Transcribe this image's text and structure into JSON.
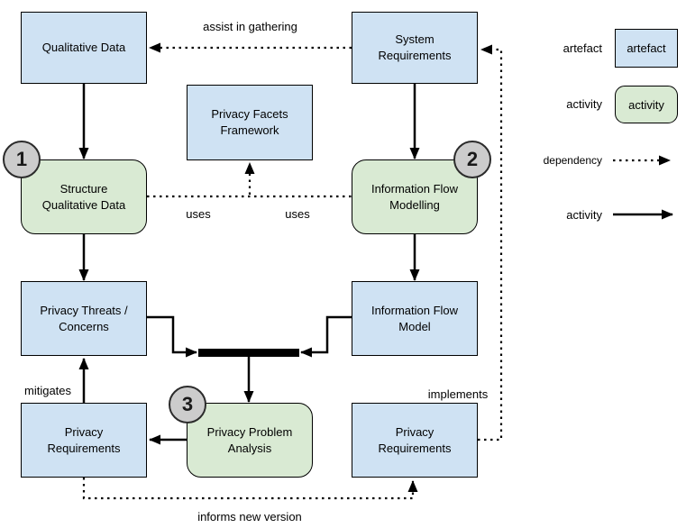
{
  "nodes": {
    "qualitative_data": {
      "label": [
        "Qualitative Data"
      ],
      "type": "artefact"
    },
    "privacy_facets_framework": {
      "label": [
        "Privacy Facets",
        "Framework"
      ],
      "type": "artefact"
    },
    "system_requirements": {
      "label": [
        "System",
        "Requirements"
      ],
      "type": "artefact"
    },
    "structure_qualitative_data": {
      "label": [
        "Structure",
        "Qualitative Data"
      ],
      "type": "activity",
      "step": "1"
    },
    "information_flow_modelling": {
      "label": [
        "Information Flow",
        "Modelling"
      ],
      "type": "activity",
      "step": "2"
    },
    "privacy_threats_concerns": {
      "label": [
        "Privacy Threats /",
        "Concerns"
      ],
      "type": "artefact"
    },
    "information_flow_model": {
      "label": [
        "Information Flow",
        "Model"
      ],
      "type": "artefact"
    },
    "privacy_requirements_left": {
      "label": [
        "Privacy",
        "Requirements"
      ],
      "type": "artefact"
    },
    "privacy_problem_analysis": {
      "label": [
        "Privacy Problem",
        "Analysis"
      ],
      "type": "activity",
      "step": "3"
    },
    "privacy_requirements_right": {
      "label": [
        "Privacy",
        "Requirements"
      ],
      "type": "artefact"
    }
  },
  "edge_labels": {
    "assist_in_gathering": "assist in gathering",
    "uses_left": "uses",
    "uses_right": "uses",
    "mitigates": "mitigates",
    "implements": "implements",
    "informs_new_version": "informs new version"
  },
  "legend": {
    "artefact_label": "artefact",
    "artefact_box": "artefact",
    "activity_label": "activity",
    "activity_box": "activity",
    "dependency_label": "dependency",
    "activity_arrow_label": "activity"
  },
  "colors": {
    "artefact_fill": "#cfe2f3",
    "activity_fill": "#d9ead3",
    "step_badge_fill": "#cccccc",
    "line": "#000000",
    "background": "#ffffff"
  }
}
